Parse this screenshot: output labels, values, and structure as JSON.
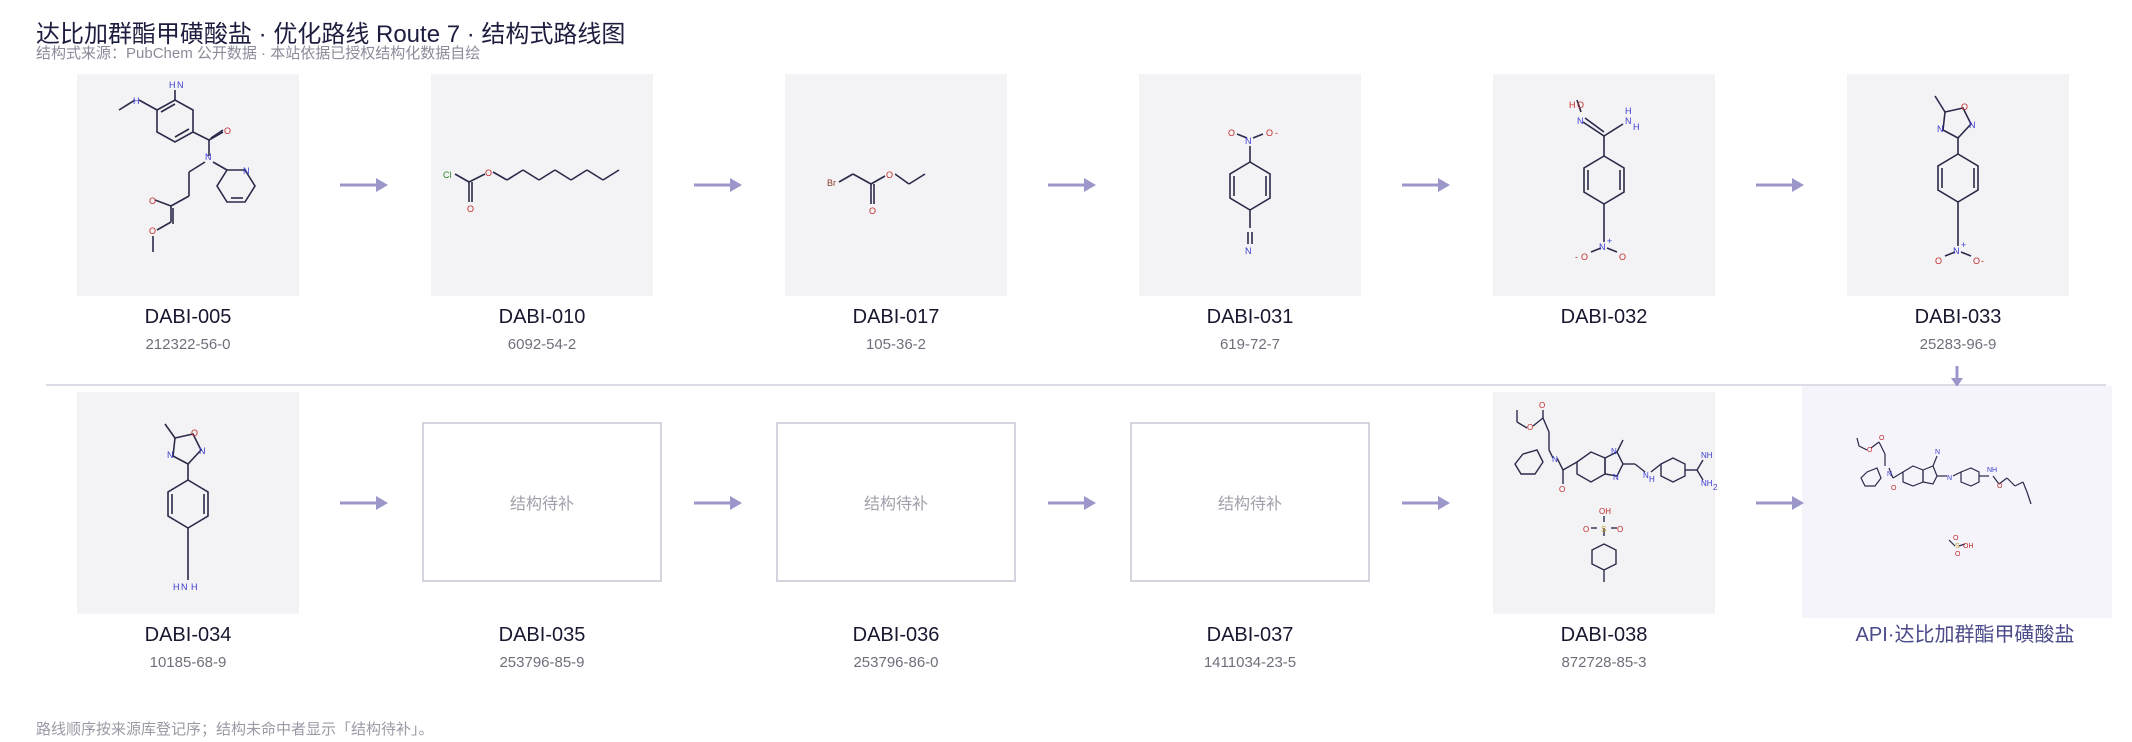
{
  "header": {
    "title": "达比加群酯甲磺酸盐 · 优化路线 Route 7 · 结构式路线图",
    "subtitle": "结构式来源：PubChem 公开数据 · 本站依据已授权结构化数据自绘"
  },
  "footer": {
    "note": "路线顺序按来源库登记序；结构未命中者显示「结构待补」。"
  },
  "colors": {
    "arrow": "#9b97cb",
    "bond": "#2a2a4a",
    "nitrogen": "#3a3ad0",
    "oxygen": "#c42a2a",
    "bromine": "#8b3a2a"
  },
  "row1": [
    {
      "code": "DABI-005",
      "cas": "212322-56-0",
      "structure": "dabi-005-structure"
    },
    {
      "code": "DABI-010",
      "cas": "6092-54-2",
      "structure": "dabi-010-structure"
    },
    {
      "code": "DABI-017",
      "cas": "105-36-2",
      "structure": "dabi-017-structure"
    },
    {
      "code": "DABI-031",
      "cas": "619-72-7",
      "structure": "dabi-031-structure"
    },
    {
      "code": "DABI-032",
      "cas": "",
      "structure": "dabi-032-structure"
    },
    {
      "code": "DABI-033",
      "cas": "25283-96-9",
      "structure": "dabi-033-structure"
    }
  ],
  "row2": [
    {
      "code": "DABI-034",
      "cas": "10185-68-9",
      "structure": "dabi-034-structure"
    },
    {
      "code": "DABI-035",
      "cas": "253796-85-9",
      "pending": "结构待补"
    },
    {
      "code": "DABI-036",
      "cas": "253796-86-0",
      "pending": "结构待补"
    },
    {
      "code": "DABI-037",
      "cas": "1411034-23-5",
      "pending": "结构待补"
    },
    {
      "code": "DABI-038",
      "cas": "872728-85-3",
      "structure": "dabi-038-structure"
    }
  ],
  "api": {
    "label": "API·达比加群酯甲磺酸盐",
    "structure": "api-structure"
  },
  "atoms": {
    "nh": "H",
    "n": "N",
    "nh2": "NH",
    "h2": "2",
    "o": "O",
    "cl": "Cl",
    "br": "Br",
    "nplus": "N",
    "ominus": "O",
    "plus": "+",
    "minus": "-",
    "oh": "OH",
    "s": "S",
    "o2": "O"
  }
}
